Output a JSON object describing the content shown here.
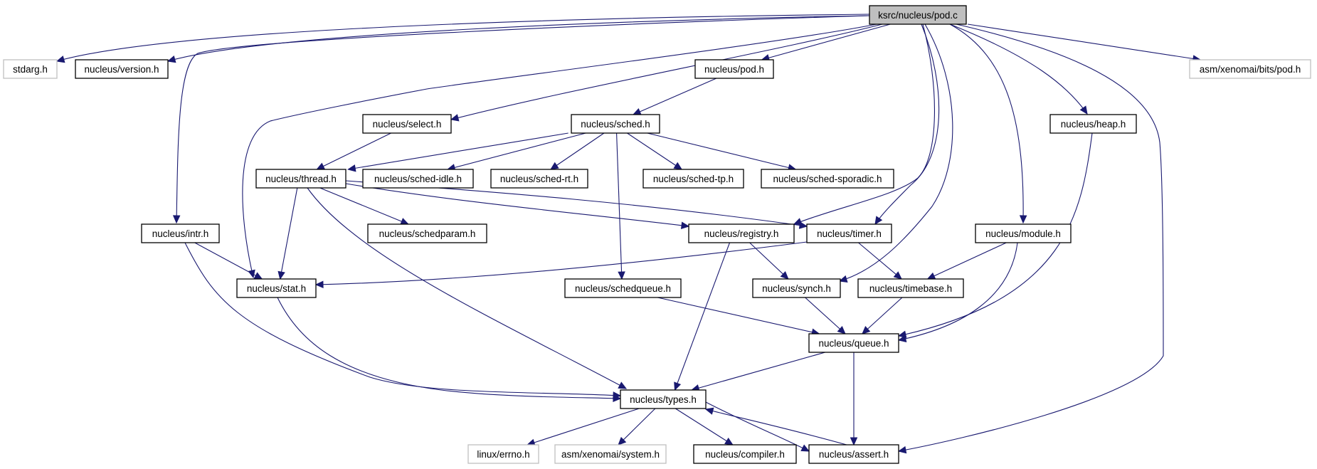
{
  "nodes": [
    {
      "id": "pod_c",
      "label": "ksrc/nucleus/pod.c",
      "kind": "root"
    },
    {
      "id": "stdarg",
      "label": "stdarg.h",
      "kind": "ext"
    },
    {
      "id": "version",
      "label": "nucleus/version.h",
      "kind": "normal"
    },
    {
      "id": "pod_h",
      "label": "nucleus/pod.h",
      "kind": "normal"
    },
    {
      "id": "bits_pod",
      "label": "asm/xenomai/bits/pod.h",
      "kind": "ext"
    },
    {
      "id": "select",
      "label": "nucleus/select.h",
      "kind": "normal"
    },
    {
      "id": "sched",
      "label": "nucleus/sched.h",
      "kind": "normal"
    },
    {
      "id": "heap",
      "label": "nucleus/heap.h",
      "kind": "normal"
    },
    {
      "id": "thread",
      "label": "nucleus/thread.h",
      "kind": "normal"
    },
    {
      "id": "sched_idle",
      "label": "nucleus/sched-idle.h",
      "kind": "normal"
    },
    {
      "id": "sched_rt",
      "label": "nucleus/sched-rt.h",
      "kind": "normal"
    },
    {
      "id": "sched_tp",
      "label": "nucleus/sched-tp.h",
      "kind": "normal"
    },
    {
      "id": "sched_sporadic",
      "label": "nucleus/sched-sporadic.h",
      "kind": "normal"
    },
    {
      "id": "intr",
      "label": "nucleus/intr.h",
      "kind": "normal"
    },
    {
      "id": "schedparam",
      "label": "nucleus/schedparam.h",
      "kind": "normal"
    },
    {
      "id": "registry",
      "label": "nucleus/registry.h",
      "kind": "normal"
    },
    {
      "id": "timer",
      "label": "nucleus/timer.h",
      "kind": "normal"
    },
    {
      "id": "module",
      "label": "nucleus/module.h",
      "kind": "normal"
    },
    {
      "id": "stat",
      "label": "nucleus/stat.h",
      "kind": "normal"
    },
    {
      "id": "schedqueue",
      "label": "nucleus/schedqueue.h",
      "kind": "normal"
    },
    {
      "id": "synch",
      "label": "nucleus/synch.h",
      "kind": "normal"
    },
    {
      "id": "timebase",
      "label": "nucleus/timebase.h",
      "kind": "normal"
    },
    {
      "id": "queue",
      "label": "nucleus/queue.h",
      "kind": "normal"
    },
    {
      "id": "types",
      "label": "nucleus/types.h",
      "kind": "normal"
    },
    {
      "id": "errno",
      "label": "linux/errno.h",
      "kind": "ext"
    },
    {
      "id": "system",
      "label": "asm/xenomai/system.h",
      "kind": "ext"
    },
    {
      "id": "compiler",
      "label": "nucleus/compiler.h",
      "kind": "normal"
    },
    {
      "id": "assert",
      "label": "nucleus/assert.h",
      "kind": "normal"
    }
  ],
  "edges": [
    [
      "pod_c",
      "stdarg"
    ],
    [
      "pod_c",
      "version"
    ],
    [
      "pod_c",
      "pod_h"
    ],
    [
      "pod_c",
      "bits_pod"
    ],
    [
      "pod_c",
      "select"
    ],
    [
      "pod_c",
      "heap"
    ],
    [
      "pod_c",
      "intr"
    ],
    [
      "pod_c",
      "stat"
    ],
    [
      "pod_c",
      "registry"
    ],
    [
      "pod_c",
      "timer"
    ],
    [
      "pod_c",
      "synch"
    ],
    [
      "pod_c",
      "module"
    ],
    [
      "pod_c",
      "assert"
    ],
    [
      "pod_h",
      "sched"
    ],
    [
      "select",
      "thread"
    ],
    [
      "sched",
      "thread"
    ],
    [
      "sched",
      "sched_idle"
    ],
    [
      "sched",
      "sched_rt"
    ],
    [
      "sched",
      "sched_tp"
    ],
    [
      "sched",
      "sched_sporadic"
    ],
    [
      "sched",
      "schedqueue"
    ],
    [
      "thread",
      "stat"
    ],
    [
      "thread",
      "schedparam"
    ],
    [
      "thread",
      "registry"
    ],
    [
      "thread",
      "timer"
    ],
    [
      "thread",
      "types"
    ],
    [
      "intr",
      "stat"
    ],
    [
      "intr",
      "types"
    ],
    [
      "registry",
      "synch"
    ],
    [
      "registry",
      "types"
    ],
    [
      "timer",
      "stat"
    ],
    [
      "timer",
      "timebase"
    ],
    [
      "module",
      "timebase"
    ],
    [
      "module",
      "queue"
    ],
    [
      "heap",
      "queue"
    ],
    [
      "stat",
      "types"
    ],
    [
      "schedqueue",
      "queue"
    ],
    [
      "synch",
      "queue"
    ],
    [
      "timebase",
      "queue"
    ],
    [
      "queue",
      "types"
    ],
    [
      "queue",
      "assert"
    ],
    [
      "types",
      "errno"
    ],
    [
      "types",
      "system"
    ],
    [
      "types",
      "compiler"
    ],
    [
      "types",
      "assert"
    ],
    [
      "assert",
      "types"
    ]
  ]
}
